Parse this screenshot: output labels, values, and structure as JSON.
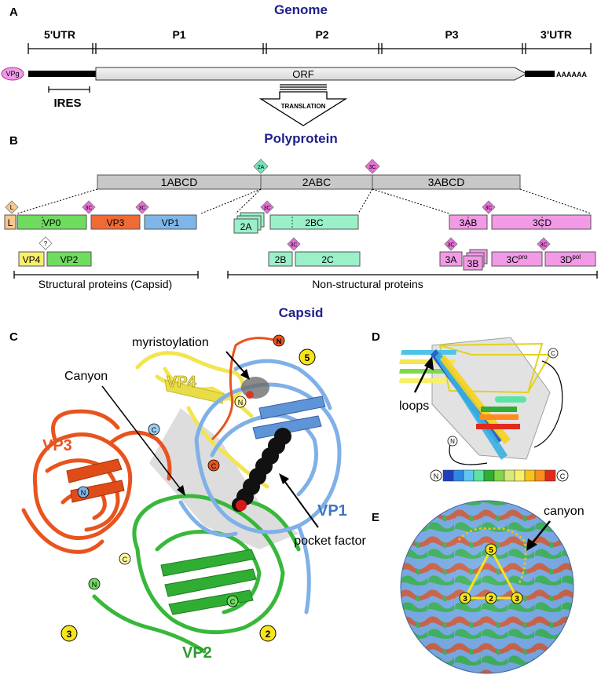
{
  "panels": {
    "A": "A",
    "B": "B",
    "C": "C",
    "D": "D",
    "E": "E"
  },
  "titles": {
    "genome": "Genome",
    "polyprotein": "Polyprotein",
    "capsid": "Capsid"
  },
  "genome": {
    "regions": [
      "5'UTR",
      "P1",
      "P2",
      "P3",
      "3'UTR"
    ],
    "vpg": "VPg",
    "orf": "ORF",
    "polya": "AAAAAA",
    "ires": "IRES",
    "translation": "TRANSLATION"
  },
  "polyprotein": {
    "precursors": [
      "1ABCD",
      "2ABC",
      "3ABCD"
    ],
    "cleavage_2a": "2A",
    "cleavage_3c": "3C",
    "cleavage_L": "L",
    "cleavage_unknown": "?",
    "proteins": {
      "L": "L",
      "VP0": "VP0",
      "VP3": "VP3",
      "VP1": "VP1",
      "VP4": "VP4",
      "VP2": "VP2",
      "2A": "2A",
      "2BC": "2BC",
      "2B": "2B",
      "2C": "2C",
      "3AB": "3AB",
      "3CD": "3CD",
      "3A": "3A",
      "3B": "3B",
      "3Cpro_base": "3C",
      "3Cpro_sup": "pro",
      "3Dpol_base": "3D",
      "3Dpol_sup": "pol"
    },
    "structural": "Structural proteins (Capsid)",
    "nonstructural": "Non-structural proteins"
  },
  "capsid": {
    "myristoylation": "myristoylation",
    "canyon": "Canyon",
    "vp4": "VP4",
    "vp3": "VP3",
    "vp1": "VP1",
    "vp2": "VP2",
    "pocket_factor": "pocket factor",
    "N": "N",
    "C": "C",
    "axis5": "5",
    "axis3": "3",
    "axis2": "2"
  },
  "panelD": {
    "loops": "loops",
    "N": "N",
    "C": "C"
  },
  "panelE": {
    "canyon": "canyon",
    "axis5": "5",
    "axis3": "3",
    "axis2": "2"
  },
  "colors": {
    "title_blue": "#1f1f8a",
    "vp1": "#7fb6ea",
    "vp2": "#6fdc5f",
    "vp3": "#f06a35",
    "vp4": "#f7f06a",
    "p2": "#9af0c9",
    "p3": "#f29ae6",
    "cleave_3c": "#e56fd6",
    "cleave_2a": "#77e3b8",
    "cleave_L": "#f7c88f",
    "precursor": "#c8c8c8"
  }
}
